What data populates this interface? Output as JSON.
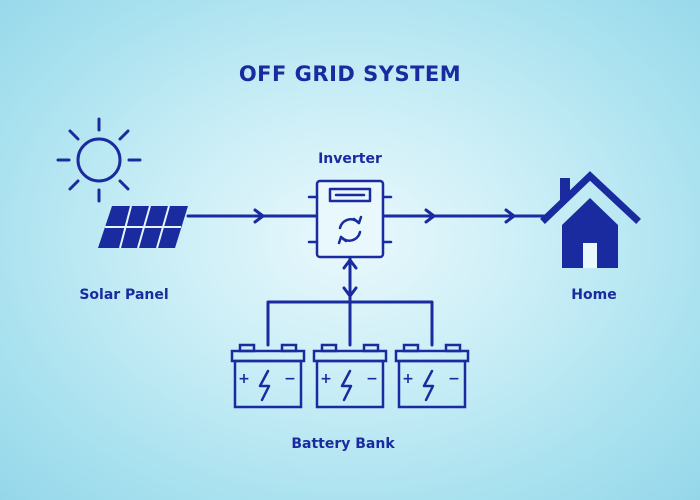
{
  "title": "OFF GRID SYSTEM",
  "labels": {
    "solar_panel": "Solar Panel",
    "inverter": "Inverter",
    "home": "Home",
    "battery_bank": "Battery Bank"
  },
  "battery_terminals": {
    "positive": "+",
    "negative": "−"
  },
  "icons": [
    "sun-icon",
    "solar-panel-icon",
    "inverter-icon",
    "home-icon",
    "battery-icon"
  ],
  "colors": {
    "line": "#1a2ba0",
    "background_center": "#e9f8fc",
    "background_edge": "#95d7ea"
  }
}
